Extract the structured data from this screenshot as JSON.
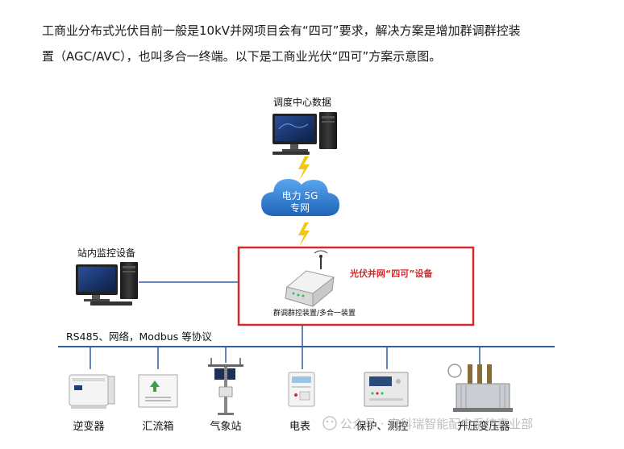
{
  "intro": {
    "line1": "工商业分布式光伏目前一般是10kV并网项目会有“四可”要求，解决方案是增加群调群控装",
    "line2": "置（AGC/AVC），也叫多合一终端。以下是工商业光伏“四可”方案示意图。"
  },
  "diagram": {
    "dispatch_label": "调度中心数据",
    "cloud_line1": "电力 5G",
    "cloud_line2": "专网",
    "monitor_label": "站内监控设备",
    "device_title": "光伏并网“四可”设备",
    "device_caption": "群调群控装置/多合一装置",
    "bus_label": "RS485、网络，Modbus  等协议",
    "devices": [
      {
        "label": "逆变器"
      },
      {
        "label": "汇流箱"
      },
      {
        "label": "气象站"
      },
      {
        "label": "电表"
      },
      {
        "label": "保护、测控"
      },
      {
        "label": "升压变压器"
      }
    ],
    "watermark": "公众号 · 安科瑞智能配电系统事业部",
    "colors": {
      "bus_line": "#2f5fa7",
      "highlight_box": "#d42a2a",
      "device_title": "#d42a2a",
      "cloud": "#2f7fd6",
      "lightning": "#f3c614"
    }
  }
}
